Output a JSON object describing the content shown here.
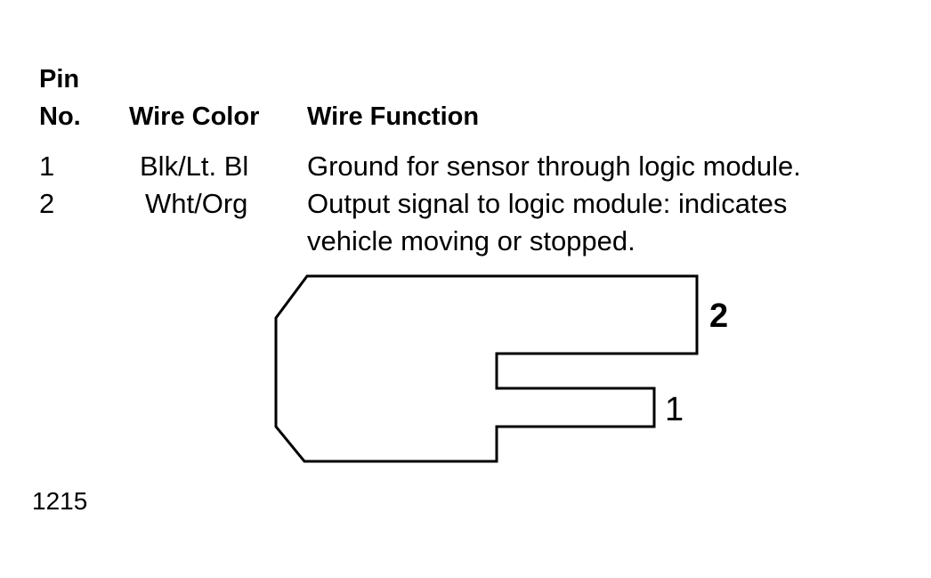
{
  "table": {
    "headers": {
      "pin_line1": "Pin",
      "pin_line2": "No.",
      "wire_color": "Wire Color",
      "wire_function": "Wire Function"
    },
    "rows": [
      {
        "pin": "1",
        "wire_color": "Blk/Lt. Bl",
        "function_lines": [
          "Ground for sensor through logic module."
        ]
      },
      {
        "pin": "2",
        "wire_color": "Wht/Org",
        "function_lines": [
          "Output signal to logic module: indicates",
          "vehicle moving or stopped."
        ]
      }
    ]
  },
  "connector": {
    "pin_labels": [
      "1",
      "2"
    ]
  },
  "figure_number": "1215"
}
